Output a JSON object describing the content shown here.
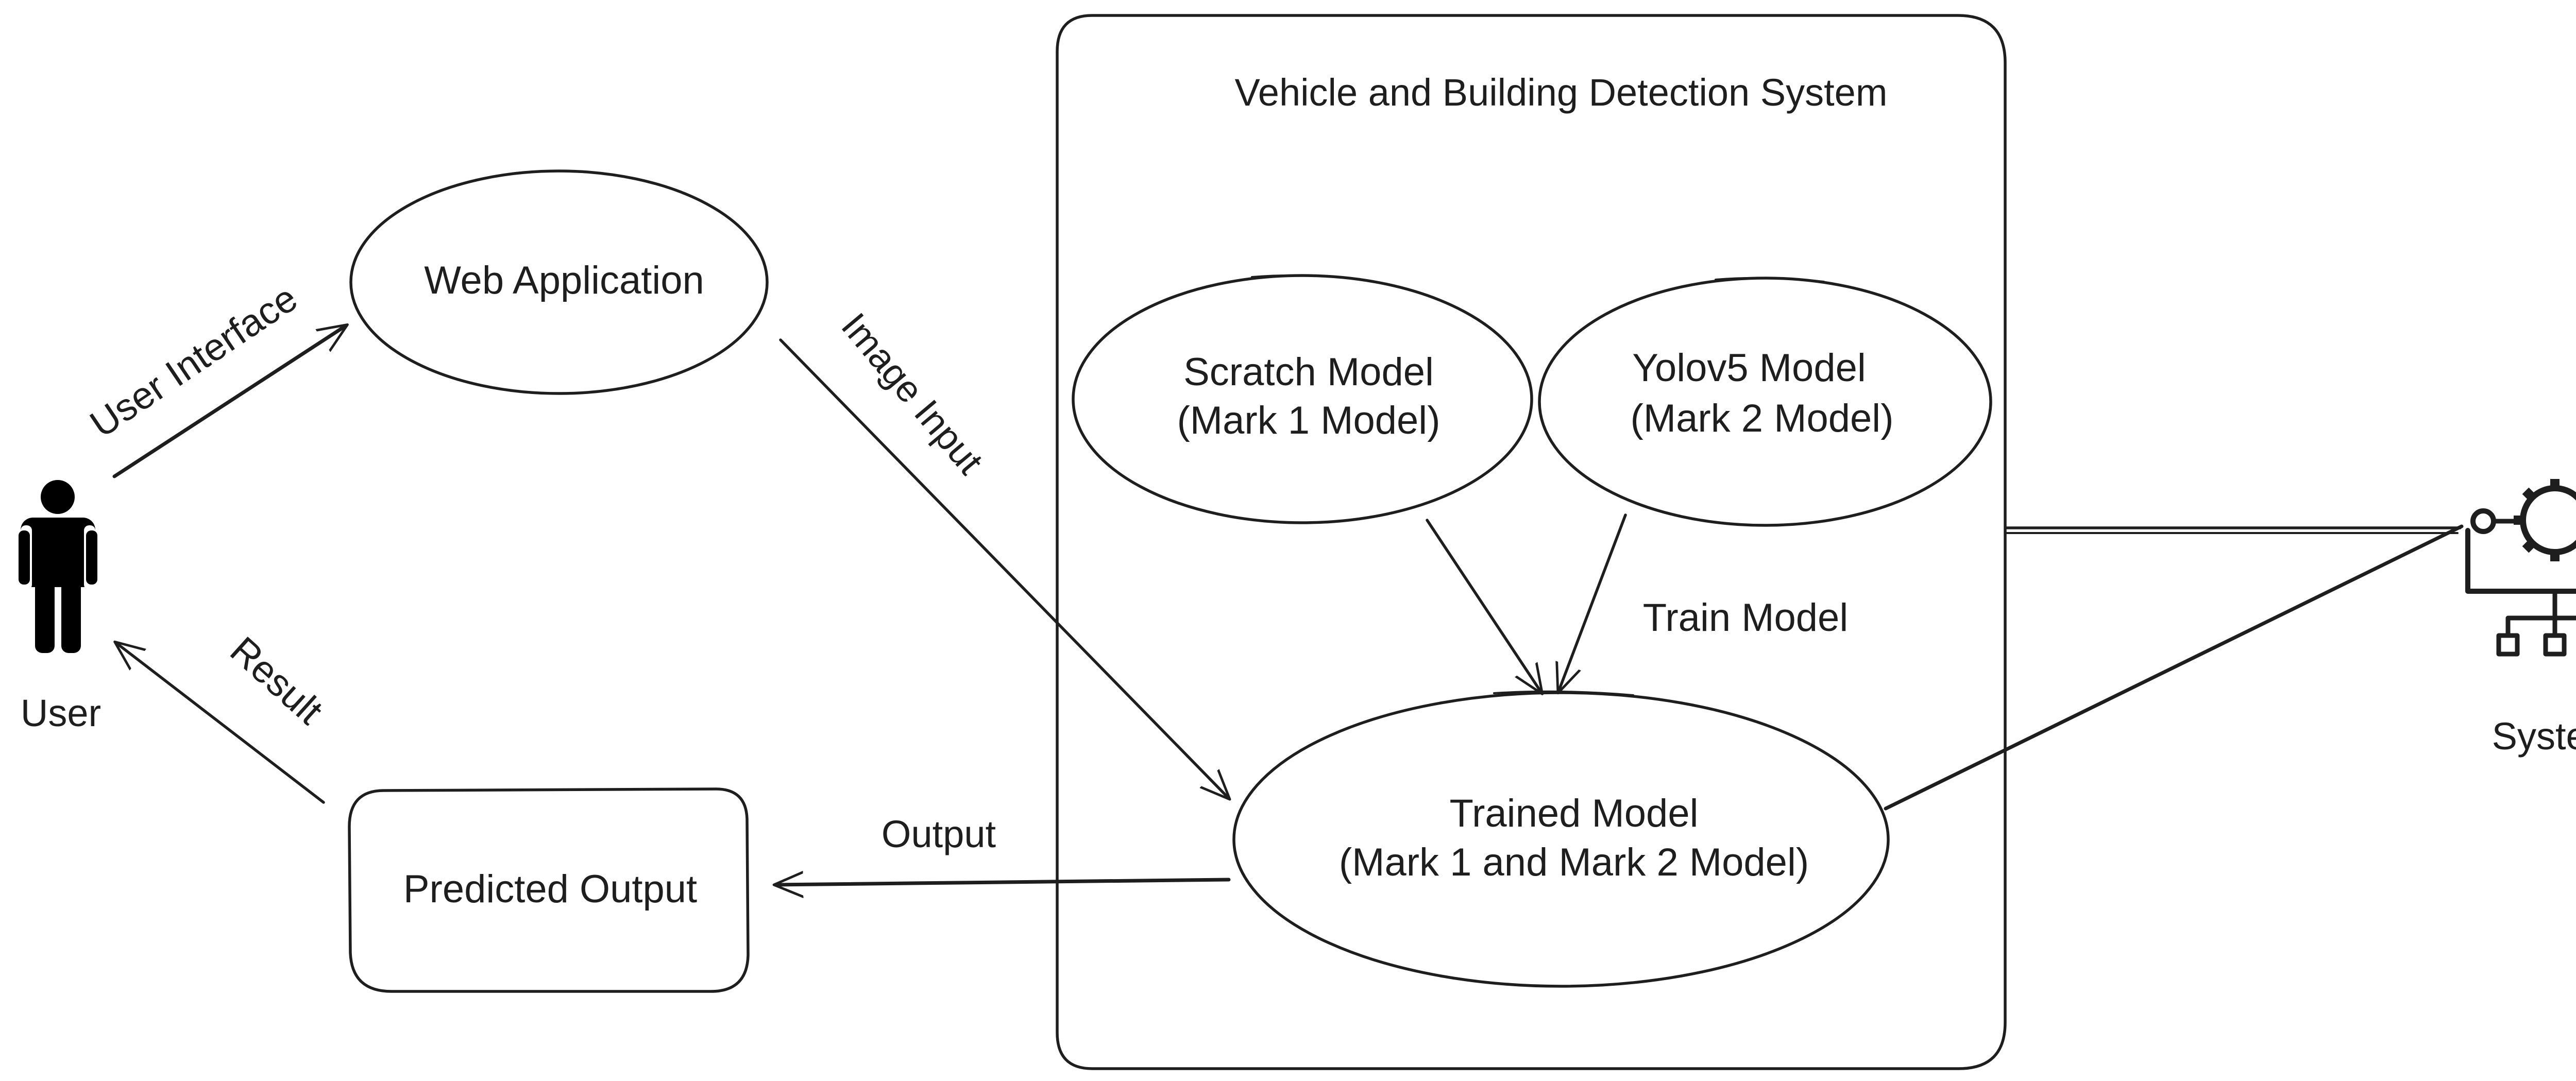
{
  "diagram": {
    "system_boundary_title": "Vehicle and Building Detection System",
    "actors": {
      "user": {
        "label": "User",
        "icon": "person-icon"
      },
      "system": {
        "label": "System",
        "icon": "gear-network-icon"
      }
    },
    "nodes": {
      "web_application": {
        "line1": "Web Application"
      },
      "scratch_model": {
        "line1": "Scratch Model",
        "line2": "(Mark 1 Model)"
      },
      "yolov5_model": {
        "line1": "Yolov5 Model",
        "line2": "(Mark 2 Model)"
      },
      "trained_model": {
        "line1": "Trained Model",
        "line2": "(Mark 1 and Mark 2 Model)"
      },
      "predicted_output": {
        "line1": "Predicted Output"
      }
    },
    "edge_labels": {
      "user_interface": "User Interface",
      "image_input": "Image Input",
      "train_model": "Train Model",
      "output": "Output",
      "result": "Result"
    },
    "colors": {
      "stroke": "#1e1e1e",
      "background": "#ffffff"
    }
  }
}
